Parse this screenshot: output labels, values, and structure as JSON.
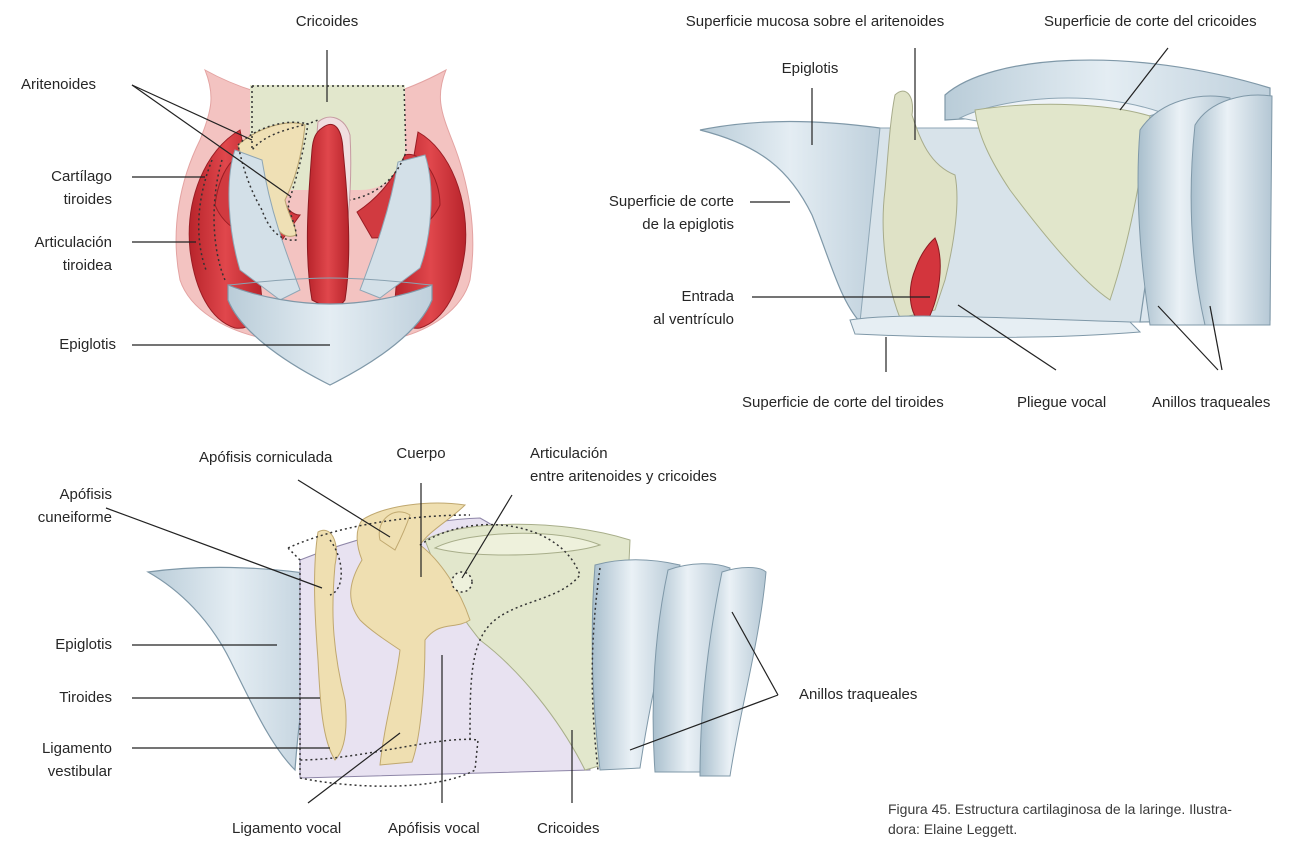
{
  "top_left": {
    "cricoides": "Cricoides",
    "aritenoides": "Aritenoides",
    "cartilago_tiroides_1": "Cartílago",
    "cartilago_tiroides_2": "tiroides",
    "articulacion_tiroidea_1": "Articulación",
    "articulacion_tiroidea_2": "tiroidea",
    "epiglotis": "Epiglotis"
  },
  "top_right": {
    "superficie_mucosa": "Superficie mucosa sobre el aritenoides",
    "superficie_corte_cricoides": "Superficie de corte del cricoides",
    "epiglotis": "Epiglotis",
    "superficie_corte_epiglotis_1": "Superficie de corte",
    "superficie_corte_epiglotis_2": "de la epiglotis",
    "entrada_ventriculo_1": "Entrada",
    "entrada_ventriculo_2": "al ventrículo",
    "superficie_corte_tiroides": "Superficie de corte del tiroides",
    "pliegue_vocal": "Pliegue vocal",
    "anillos_traqueales": "Anillos traqueales"
  },
  "bottom": {
    "apofisis_corniculada": "Apófisis corniculada",
    "cuerpo": "Cuerpo",
    "articulacion_ac_1": "Articulación",
    "articulacion_ac_2": "entre aritenoides y cricoides",
    "apofisis_cuneiforme_1": "Apófisis",
    "apofisis_cuneiforme_2": "cuneiforme",
    "epiglotis": "Epiglotis",
    "tiroides": "Tiroides",
    "ligamento_vestibular_1": "Ligamento",
    "ligamento_vestibular_2": "vestibular",
    "ligamento_vocal": "Ligamento vocal",
    "apofisis_vocal": "Apófisis vocal",
    "cricoides": "Cricoides",
    "anillos_traqueales": "Anillos traqueales"
  },
  "caption": {
    "line1": "Figura 45. Estructura cartilaginosa de la laringe. Ilustra-",
    "line2": "dora: Elaine Leggett."
  },
  "colors": {
    "tissue_pink": "#f2b8b6",
    "muscle_red": "#d4393f",
    "cartilage_blue": "#cfdde6",
    "cricoid_green": "#dfe5c6",
    "arytenoid_yellow": "#efdfb2",
    "thyroid_lavender": "#e6e0f0",
    "leader_line": "#222222"
  }
}
